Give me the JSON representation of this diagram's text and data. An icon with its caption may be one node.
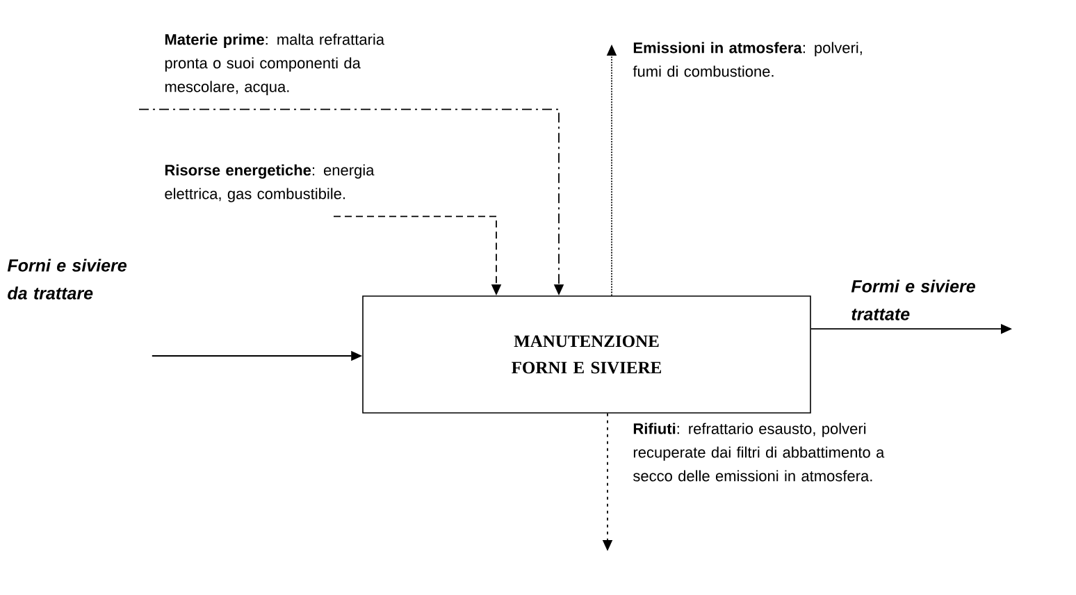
{
  "diagram": {
    "nodes": [
      {
        "text": [
          "**Materie prime**: malta refrattaria pronta  o suoi componenti da mescolare, acqua."
        ]
      },
      {
        "text": [
          "**Risorse energetiche**: energia elettrica, gas combustibile."
        ]
      },
      {
        "text": [
          "**Emissioni in atmosfera**: polveri, fumi di combustione."
        ]
      },
      {
        "text": [
          "Forni e siviere da trattare"
        ]
      },
      {
        "text": [
          "MANUTENZIONE FORNI E SIVIERE"
        ]
      },
      {
        "text": [
          "Formi e siviere trattate"
        ]
      },
      {
        "text": [
          "**Rifiuti**: refrattario esausto, polveri recuperate dai filtri di abbattimento a secco delle emissioni in atmosfera."
        ]
      }
    ],
    "edges": [
      {
        "from": 0,
        "to": 4,
        "arrow": "to",
        "style": "dashed"
      },
      {
        "from": 1,
        "to": 4,
        "arrow": "to",
        "style": "dashed"
      },
      {
        "from": 3,
        "to": 4,
        "arrow": "to"
      },
      {
        "from": 4,
        "to": 5,
        "arrow": "to"
      },
      {
        "from": 4,
        "to": 2,
        "arrow": "to",
        "style": "dashed"
      },
      {
        "from": 4,
        "to": 6,
        "arrow": "to",
        "style": "dashed"
      }
    ]
  }
}
